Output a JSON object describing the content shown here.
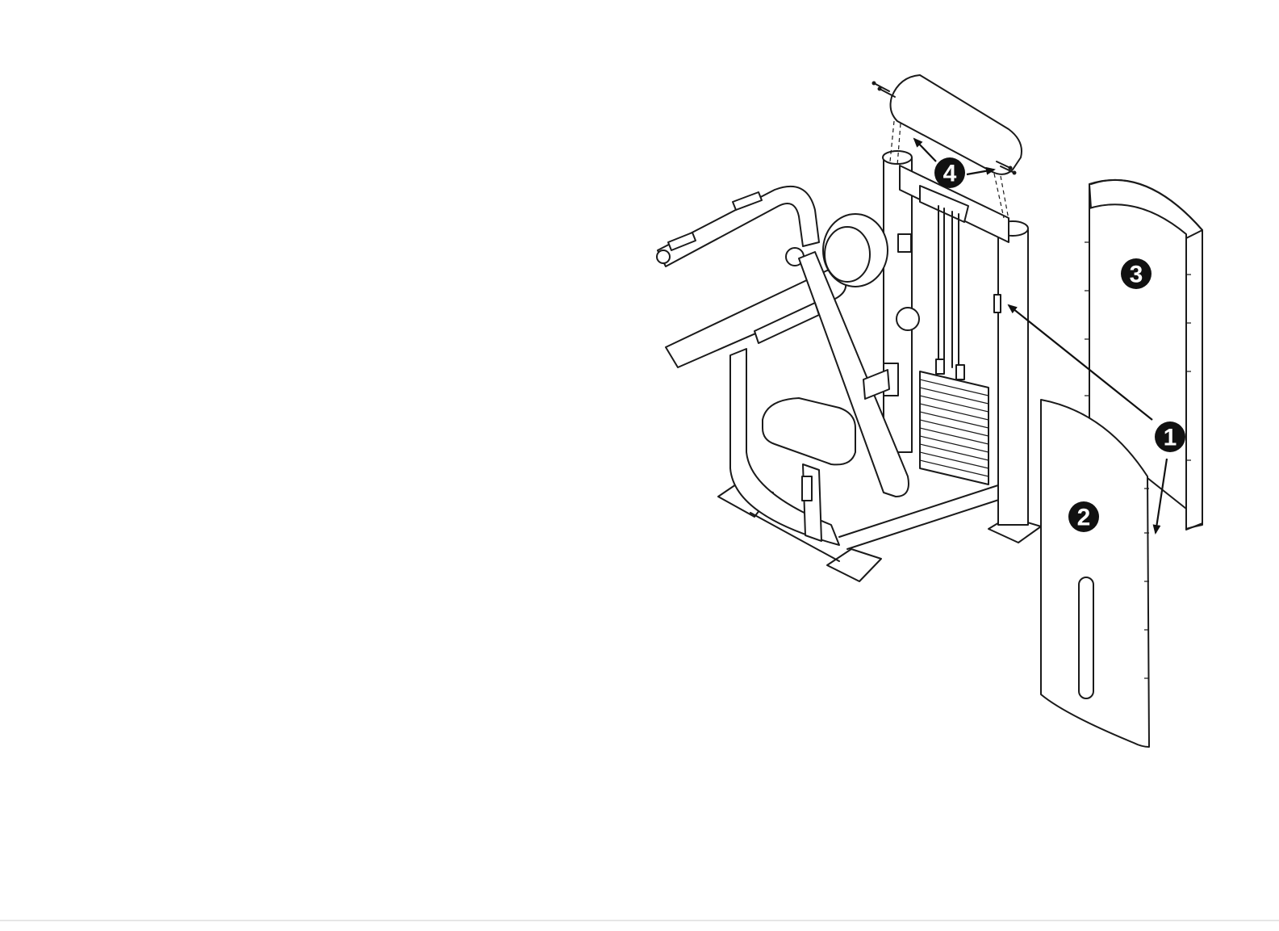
{
  "callouts": [
    {
      "id": "1",
      "label": "1"
    },
    {
      "id": "2",
      "label": "2"
    },
    {
      "id": "3",
      "label": "3"
    },
    {
      "id": "4",
      "label": "4"
    }
  ],
  "colors": {
    "line": "#1a1a1a",
    "callout_fill": "#111111",
    "background": "#ffffff"
  }
}
